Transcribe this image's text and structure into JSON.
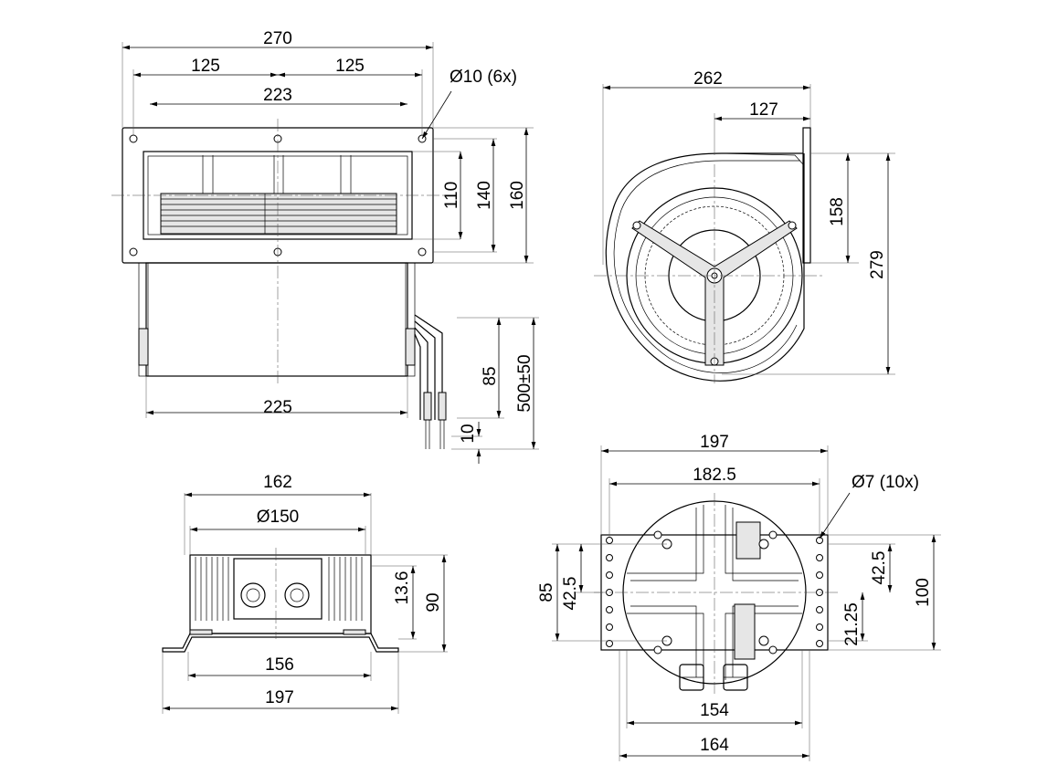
{
  "dimensions": {
    "front": {
      "overall_width": "270",
      "half_left": "125",
      "half_right": "125",
      "hole_spacing": "223",
      "hole_callout": "Ø10 (6x)",
      "h110": "110",
      "h140": "140",
      "h160": "160",
      "housing_width": "225",
      "lead_85": "85",
      "lead_length": "500±50",
      "strip_10": "10"
    },
    "side": {
      "overall_depth": "262",
      "outlet_depth": "127",
      "outlet_height": "158",
      "overall_height": "279"
    },
    "bottom_left": {
      "top_width": "162",
      "diameter": "Ø150",
      "h13_6": "13.6",
      "h90": "90",
      "inner_base": "156",
      "base_width": "197"
    },
    "bottom_right": {
      "overall_width": "197",
      "hole_span": "182.5",
      "hole_callout": "Ø7 (10x)",
      "left_85": "85",
      "left_42_5": "42.5",
      "right_42_5": "42.5",
      "right_21_25": "21.25",
      "right_100": "100",
      "inner_width": "154",
      "bottom_width": "164"
    }
  }
}
